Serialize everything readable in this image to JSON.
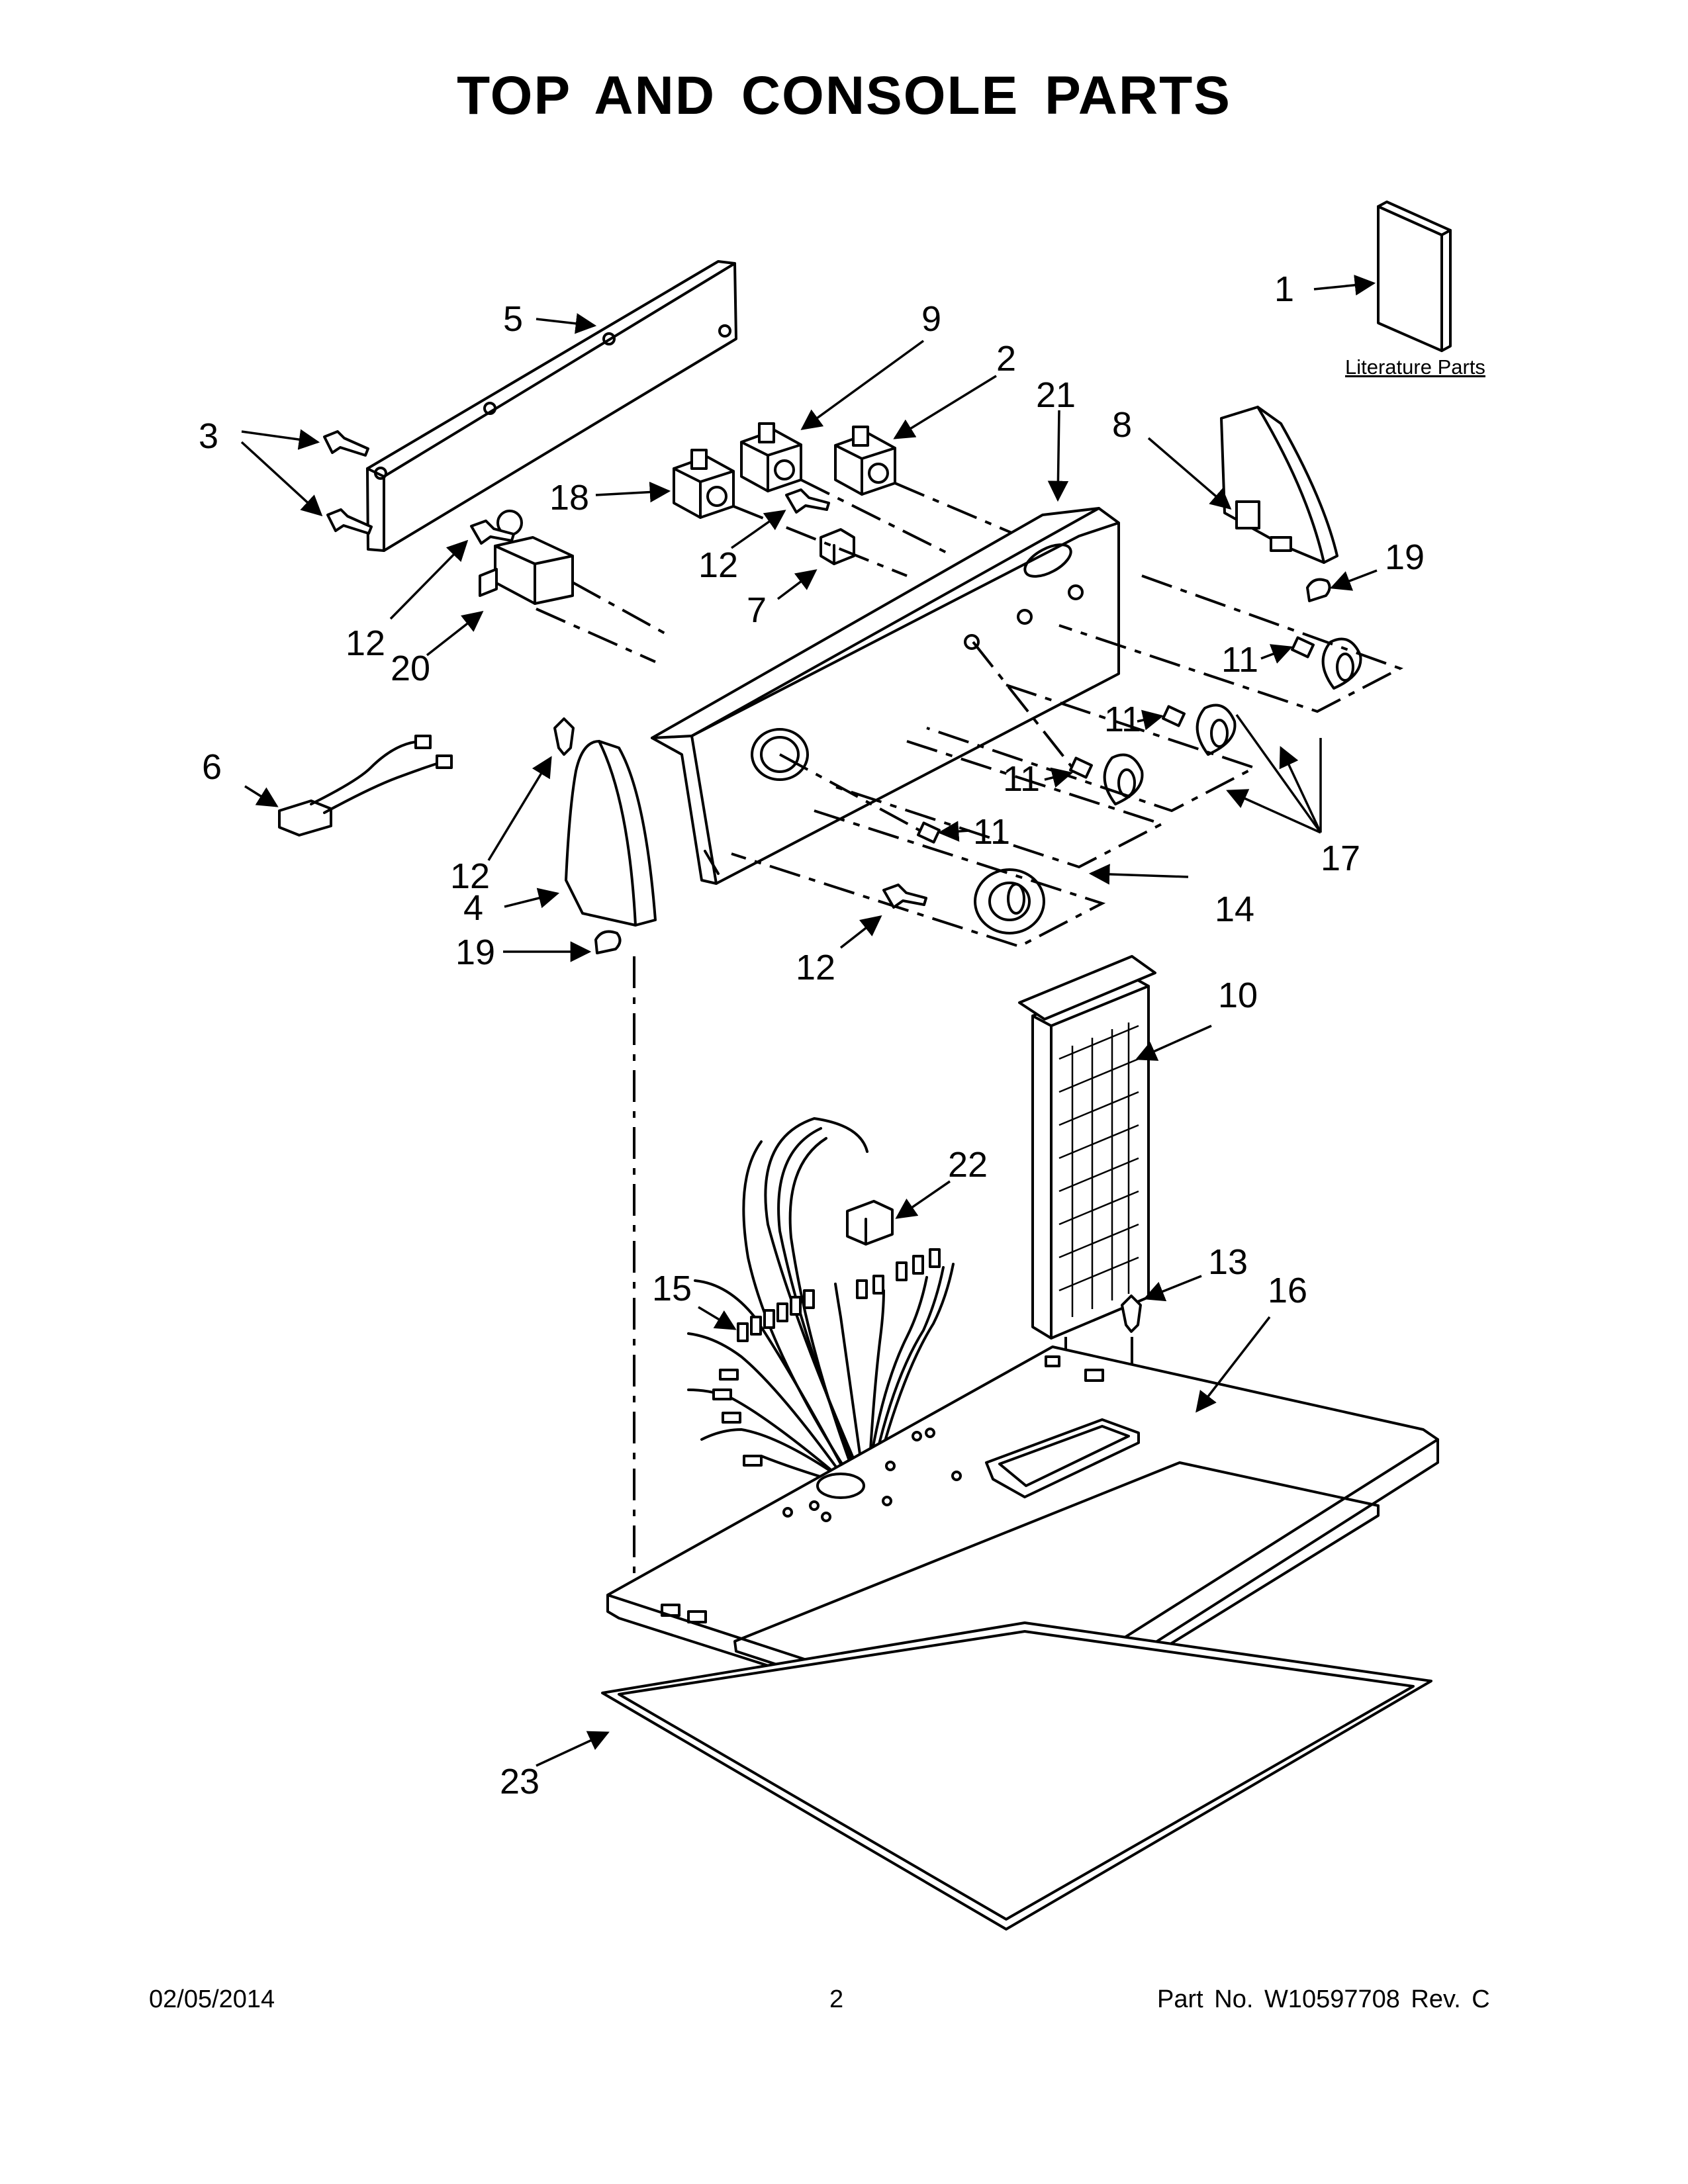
{
  "title": "TOP AND CONSOLE PARTS",
  "literature_label": "Literature Parts",
  "callouts": {
    "c1": "1",
    "c2": "2",
    "c3": "3",
    "c4": "4",
    "c5": "5",
    "c6": "6",
    "c7": "7",
    "c8": "8",
    "c9": "9",
    "c10": "10",
    "c11a": "11",
    "c11b": "11",
    "c11c": "11",
    "c11d": "11",
    "c12a": "12",
    "c12b": "12",
    "c12c": "12",
    "c12d": "12",
    "c13": "13",
    "c14": "14",
    "c15": "15",
    "c16": "16",
    "c17": "17",
    "c18": "18",
    "c19a": "19",
    "c19b": "19",
    "c20": "20",
    "c21": "21",
    "c22": "22",
    "c23": "23"
  },
  "footer": {
    "date": "02/05/2014",
    "page": "2",
    "part_no": "Part No.  W10597708  Rev.  C"
  }
}
